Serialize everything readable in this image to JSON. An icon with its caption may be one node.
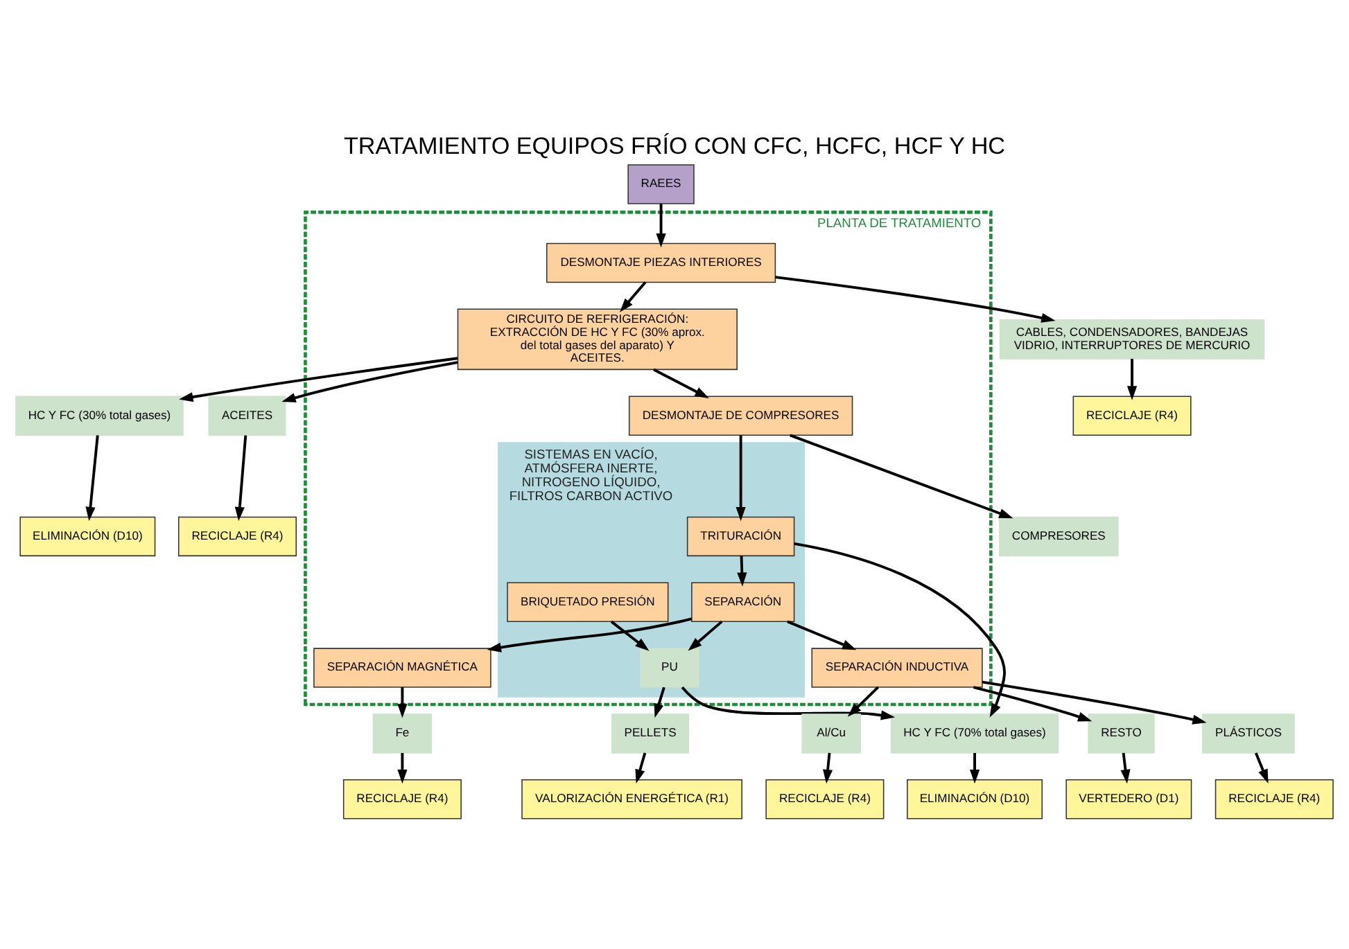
{
  "diagram": {
    "title": "TRATAMIENTO EQUIPOS FRÍO CON CFC, HCFC, HCF Y HC",
    "nodes": [
      {
        "text": [
          "RAEES"
        ]
      },
      {
        "text": [
          "PLANTA DE TRATAMIENTO"
        ]
      },
      {
        "text": [
          "DESMONTAJE PIEZAS INTERIORES"
        ],
        "in": 1
      },
      {
        "text": [
          "CIRCUITO DE REFRIGERACIÓN: EXTRACCIÓN DE HC Y FC (30% aprox. del total gases del aparato) Y ACEITES."
        ],
        "in": 1
      },
      {
        "text": [
          "DESMONTAJE DE COMPRESORES"
        ],
        "in": 1
      },
      {
        "text": [
          "SISTEMAS EN VACÍO, ATMÓSFERA INERTE, NITROGENO LÍQUIDO, FILTROS CARBON ACTIVO"
        ],
        "in": 1
      },
      {
        "text": [
          "TRITURACIÓN"
        ],
        "in": 5
      },
      {
        "text": [
          "SEPARACIÓN"
        ],
        "in": 5
      },
      {
        "text": [
          "PU"
        ],
        "in": 5
      },
      {
        "text": [
          "BRIQUETADO PRESIÓN"
        ],
        "in": 5
      },
      {
        "text": [
          "SEPARACIÓN MAGNÉTICA"
        ],
        "in": 1
      },
      {
        "text": [
          "SEPARACIÓN INDUCTIVA"
        ],
        "in": 1
      },
      {
        "text": [
          "CABLES, CONDENSADORES, BANDEJAS VIDRIO, INTERRUPTORES DE MERCURIO"
        ]
      },
      {
        "text": [
          "RECICLAJE (R4)"
        ]
      },
      {
        "text": [
          "COMPRESORES"
        ]
      },
      {
        "text": [
          "HC Y FC (30% total gases)"
        ]
      },
      {
        "text": [
          "ELIMINACIÓN (D10)"
        ]
      },
      {
        "text": [
          "ACEITES"
        ]
      },
      {
        "text": [
          "RECICLAJE (R4)"
        ]
      },
      {
        "text": [
          "HC Y FC (70% total gases)"
        ]
      },
      {
        "text": [
          "ELIMINACIÓN (D10)"
        ]
      },
      {
        "text": [
          "Fe"
        ]
      },
      {
        "text": [
          "RESTO"
        ]
      },
      {
        "text": [
          "PLÁSTICOS"
        ]
      },
      {
        "text": [
          "Al/Cu"
        ]
      },
      {
        "text": [
          "PELLETS"
        ]
      },
      {
        "text": [
          "RECICLAJE (R4)"
        ]
      },
      {
        "text": [
          "VERTEDERO (D1)"
        ]
      },
      {
        "text": [
          "RECICLAJE (R4)"
        ]
      },
      {
        "text": [
          "RECICLAJE (R4)"
        ]
      },
      {
        "text": [
          "VALORIZACIÓN ENERGÉTICA (R1)"
        ]
      }
    ],
    "edges": [
      {
        "from": 0,
        "to": 2,
        "arrow": "to"
      },
      {
        "from": 2,
        "to": 12,
        "arrow": "to"
      },
      {
        "from": 12,
        "to": 13,
        "arrow": "to"
      },
      {
        "from": 2,
        "to": 3,
        "arrow": "to"
      },
      {
        "from": 3,
        "to": 15,
        "arrow": "to"
      },
      {
        "from": 3,
        "to": 17,
        "arrow": "to"
      },
      {
        "from": 15,
        "to": 16,
        "arrow": "to"
      },
      {
        "from": 17,
        "to": 18,
        "arrow": "to"
      },
      {
        "from": 3,
        "to": 4,
        "arrow": "to"
      },
      {
        "from": 4,
        "to": 14,
        "arrow": "to"
      },
      {
        "from": 4,
        "to": 6,
        "arrow": "to"
      },
      {
        "from": 6,
        "to": 19,
        "arrow": "to"
      },
      {
        "from": 19,
        "to": 20,
        "arrow": "to"
      },
      {
        "from": 6,
        "to": 7,
        "arrow": "to"
      },
      {
        "from": 7,
        "to": 8,
        "arrow": "to"
      },
      {
        "from": 9,
        "to": 8,
        "arrow": "to"
      },
      {
        "from": 8,
        "to": 19,
        "arrow": "to"
      },
      {
        "from": 8,
        "to": 25,
        "arrow": "to"
      },
      {
        "from": 7,
        "to": 10,
        "arrow": "to"
      },
      {
        "from": 7,
        "to": 11,
        "arrow": "to"
      },
      {
        "from": 10,
        "to": 21,
        "arrow": "to"
      },
      {
        "from": 11,
        "to": 22,
        "arrow": "to"
      },
      {
        "from": 11,
        "to": 23,
        "arrow": "to"
      },
      {
        "from": 11,
        "to": 24,
        "arrow": "to"
      },
      {
        "from": 21,
        "to": 26,
        "arrow": "to"
      },
      {
        "from": 22,
        "to": 27,
        "arrow": "to"
      },
      {
        "from": 23,
        "to": 28,
        "arrow": "to"
      },
      {
        "from": 24,
        "to": 29,
        "arrow": "to"
      },
      {
        "from": 25,
        "to": 30,
        "arrow": "to"
      }
    ]
  }
}
